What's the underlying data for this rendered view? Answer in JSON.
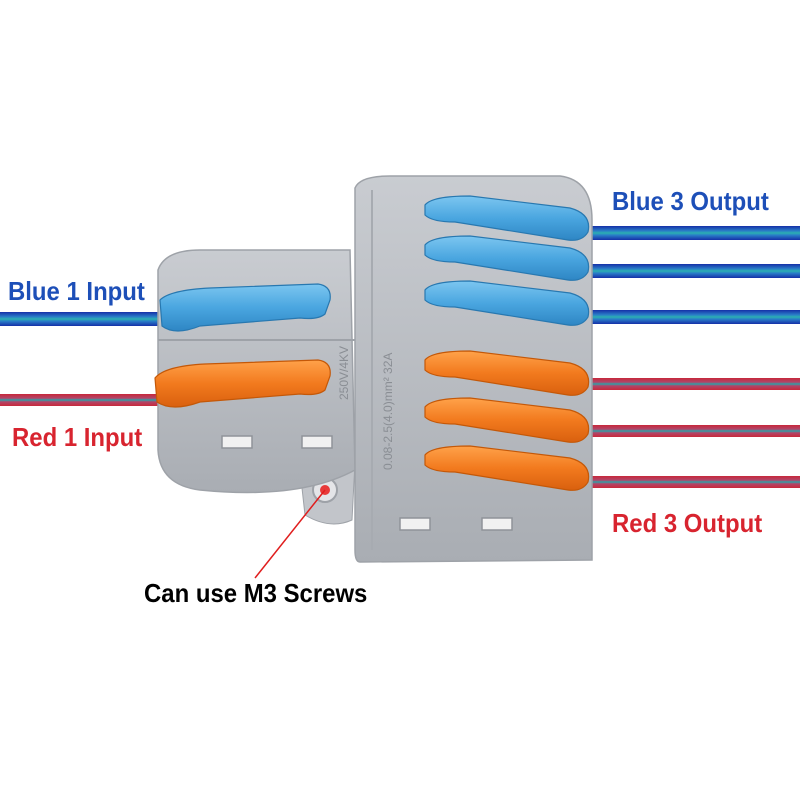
{
  "labels": {
    "blue_input": "Blue 1 Input",
    "red_input": "Red 1 Input",
    "blue_output": "Blue 3  Output",
    "red_output": "Red  3  Output",
    "screws": "Can use M3 Screws"
  },
  "body_text": {
    "left_rating": "250V/4KV",
    "right_rating": "0.08-2.5(4.0)mm² 32A"
  },
  "colors": {
    "blue_text": "#1d4fb8",
    "red_text": "#d8242f",
    "housing": "#b9bcc1",
    "blue_lever": "#4aa6e0",
    "orange_lever": "#f27a1e",
    "wire_blue": "#1530a8",
    "wire_red": "#c8283a",
    "wire_teal": "#2aa3a8"
  }
}
